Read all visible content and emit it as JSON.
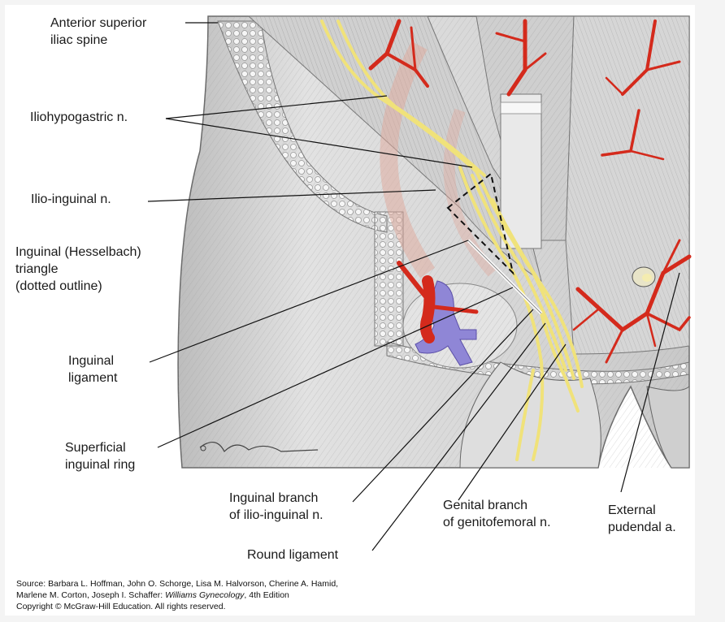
{
  "labels": {
    "asis_1": "Anterior superior",
    "asis_2": "iliac spine",
    "iliohypogastric": "Iliohypogastric n.",
    "ilioinguinal": "Ilio-inguinal n.",
    "hessel_1": "Inguinal (Hesselbach)",
    "hessel_2": "triangle",
    "hessel_3": "(dotted outline)",
    "ingl_1": "Inguinal",
    "ingl_2": "ligament",
    "sup_1": "Superficial",
    "sup_2": "inguinal ring",
    "ib_1": "Inguinal branch",
    "ib_2": "of ilio-inguinal n.",
    "gb_1": "Genital branch",
    "gb_2": "of genitofemoral n.",
    "ext_1": "External",
    "ext_2": "pudendal a.",
    "round": "Round ligament"
  },
  "source": {
    "line1": "Source: Barbara L. Hoffman, John O. Schorge, Lisa M. Halvorson, Cherine A. Hamid,",
    "line2_prefix": "Marlene M. Corton, Joseph I. Schaffer: ",
    "line2_title": "Williams Gynecology",
    "line2_suffix": ", 4th Edition",
    "line3": "Copyright © McGraw-Hill Education. All rights reserved."
  },
  "colors": {
    "nerve": "#f0e27a",
    "artery": "#d42a1c",
    "vein": "#8f86d6",
    "tissue": "#d8d8d8"
  }
}
